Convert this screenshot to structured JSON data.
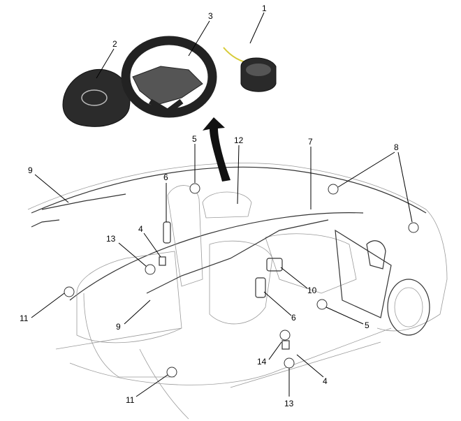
{
  "diagram": {
    "subject": "airbag-system-component-locations",
    "callouts": [
      {
        "id": "c1",
        "label": "1"
      },
      {
        "id": "c2",
        "label": "2"
      },
      {
        "id": "c3",
        "label": "3"
      },
      {
        "id": "c5a",
        "label": "5"
      },
      {
        "id": "c12",
        "label": "12"
      },
      {
        "id": "c7",
        "label": "7"
      },
      {
        "id": "c8",
        "label": "8"
      },
      {
        "id": "c9a",
        "label": "9"
      },
      {
        "id": "c6a",
        "label": "6"
      },
      {
        "id": "c4a",
        "label": "4"
      },
      {
        "id": "c13a",
        "label": "13"
      },
      {
        "id": "c11a",
        "label": "11"
      },
      {
        "id": "c9b",
        "label": "9"
      },
      {
        "id": "c10",
        "label": "10"
      },
      {
        "id": "c6b",
        "label": "6"
      },
      {
        "id": "c5b",
        "label": "5"
      },
      {
        "id": "c14",
        "label": "14"
      },
      {
        "id": "c4b",
        "label": "4"
      },
      {
        "id": "c13b",
        "label": "13"
      },
      {
        "id": "c11b",
        "label": "11"
      }
    ]
  }
}
